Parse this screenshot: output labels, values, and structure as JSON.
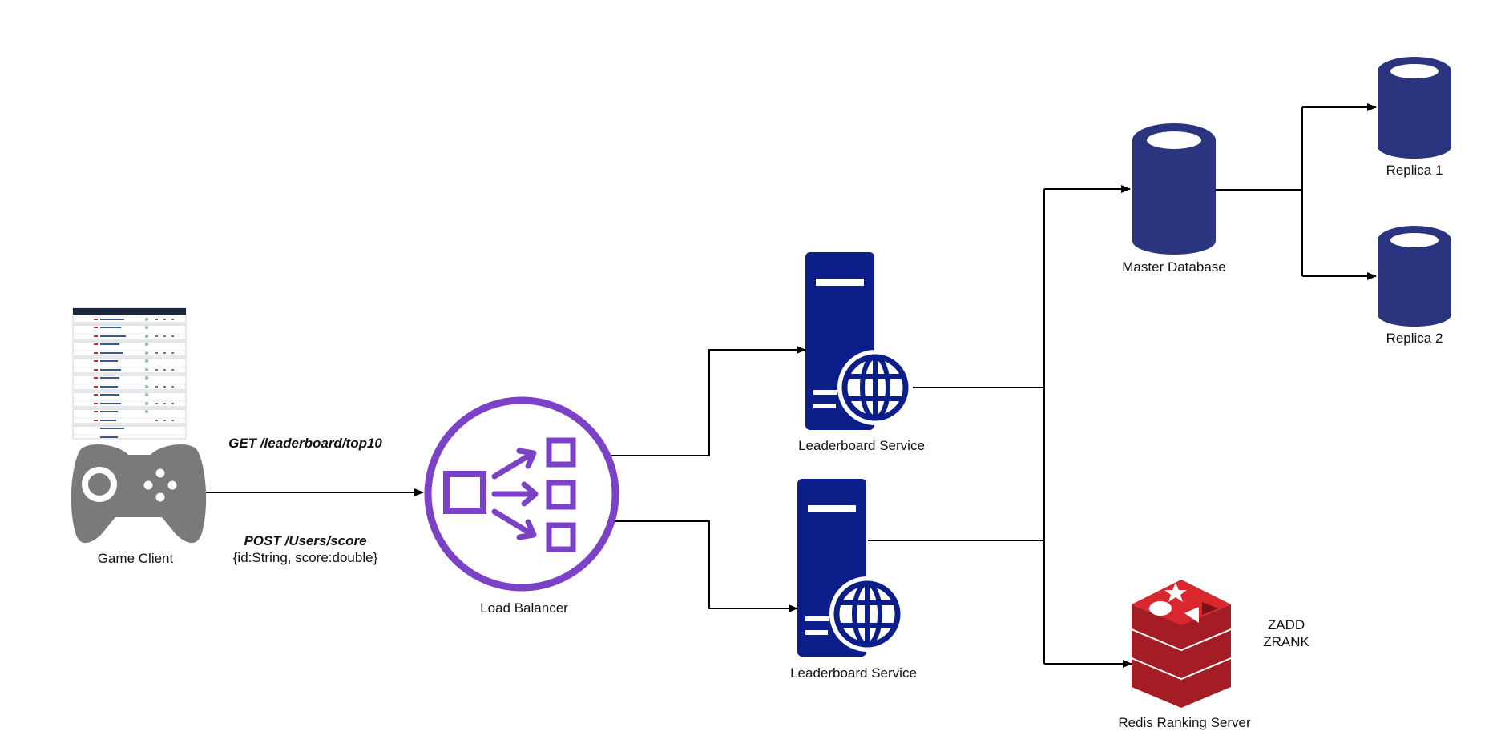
{
  "nodes": {
    "game_client": "Game Client",
    "load_balancer": "Load Balancer",
    "service_1": "Leaderboard Service",
    "service_2": "Leaderboard Service",
    "master_db": "Master Database",
    "replica_1": "Replica 1",
    "replica_2": "Replica 2",
    "redis": "Redis Ranking Server"
  },
  "edges": {
    "get_endpoint": "GET /leaderboard/top10",
    "post_endpoint": "POST /Users/score",
    "post_body": "{id:String, score:double}",
    "redis_cmd_1": "ZADD",
    "redis_cmd_2": "ZRANK"
  },
  "colors": {
    "controller": "#7a7a7a",
    "load_balancer": "#7b42c8",
    "server": "#0c1e8a",
    "database": "#2a347f",
    "redis": "#c5222a",
    "connector": "#000000"
  }
}
